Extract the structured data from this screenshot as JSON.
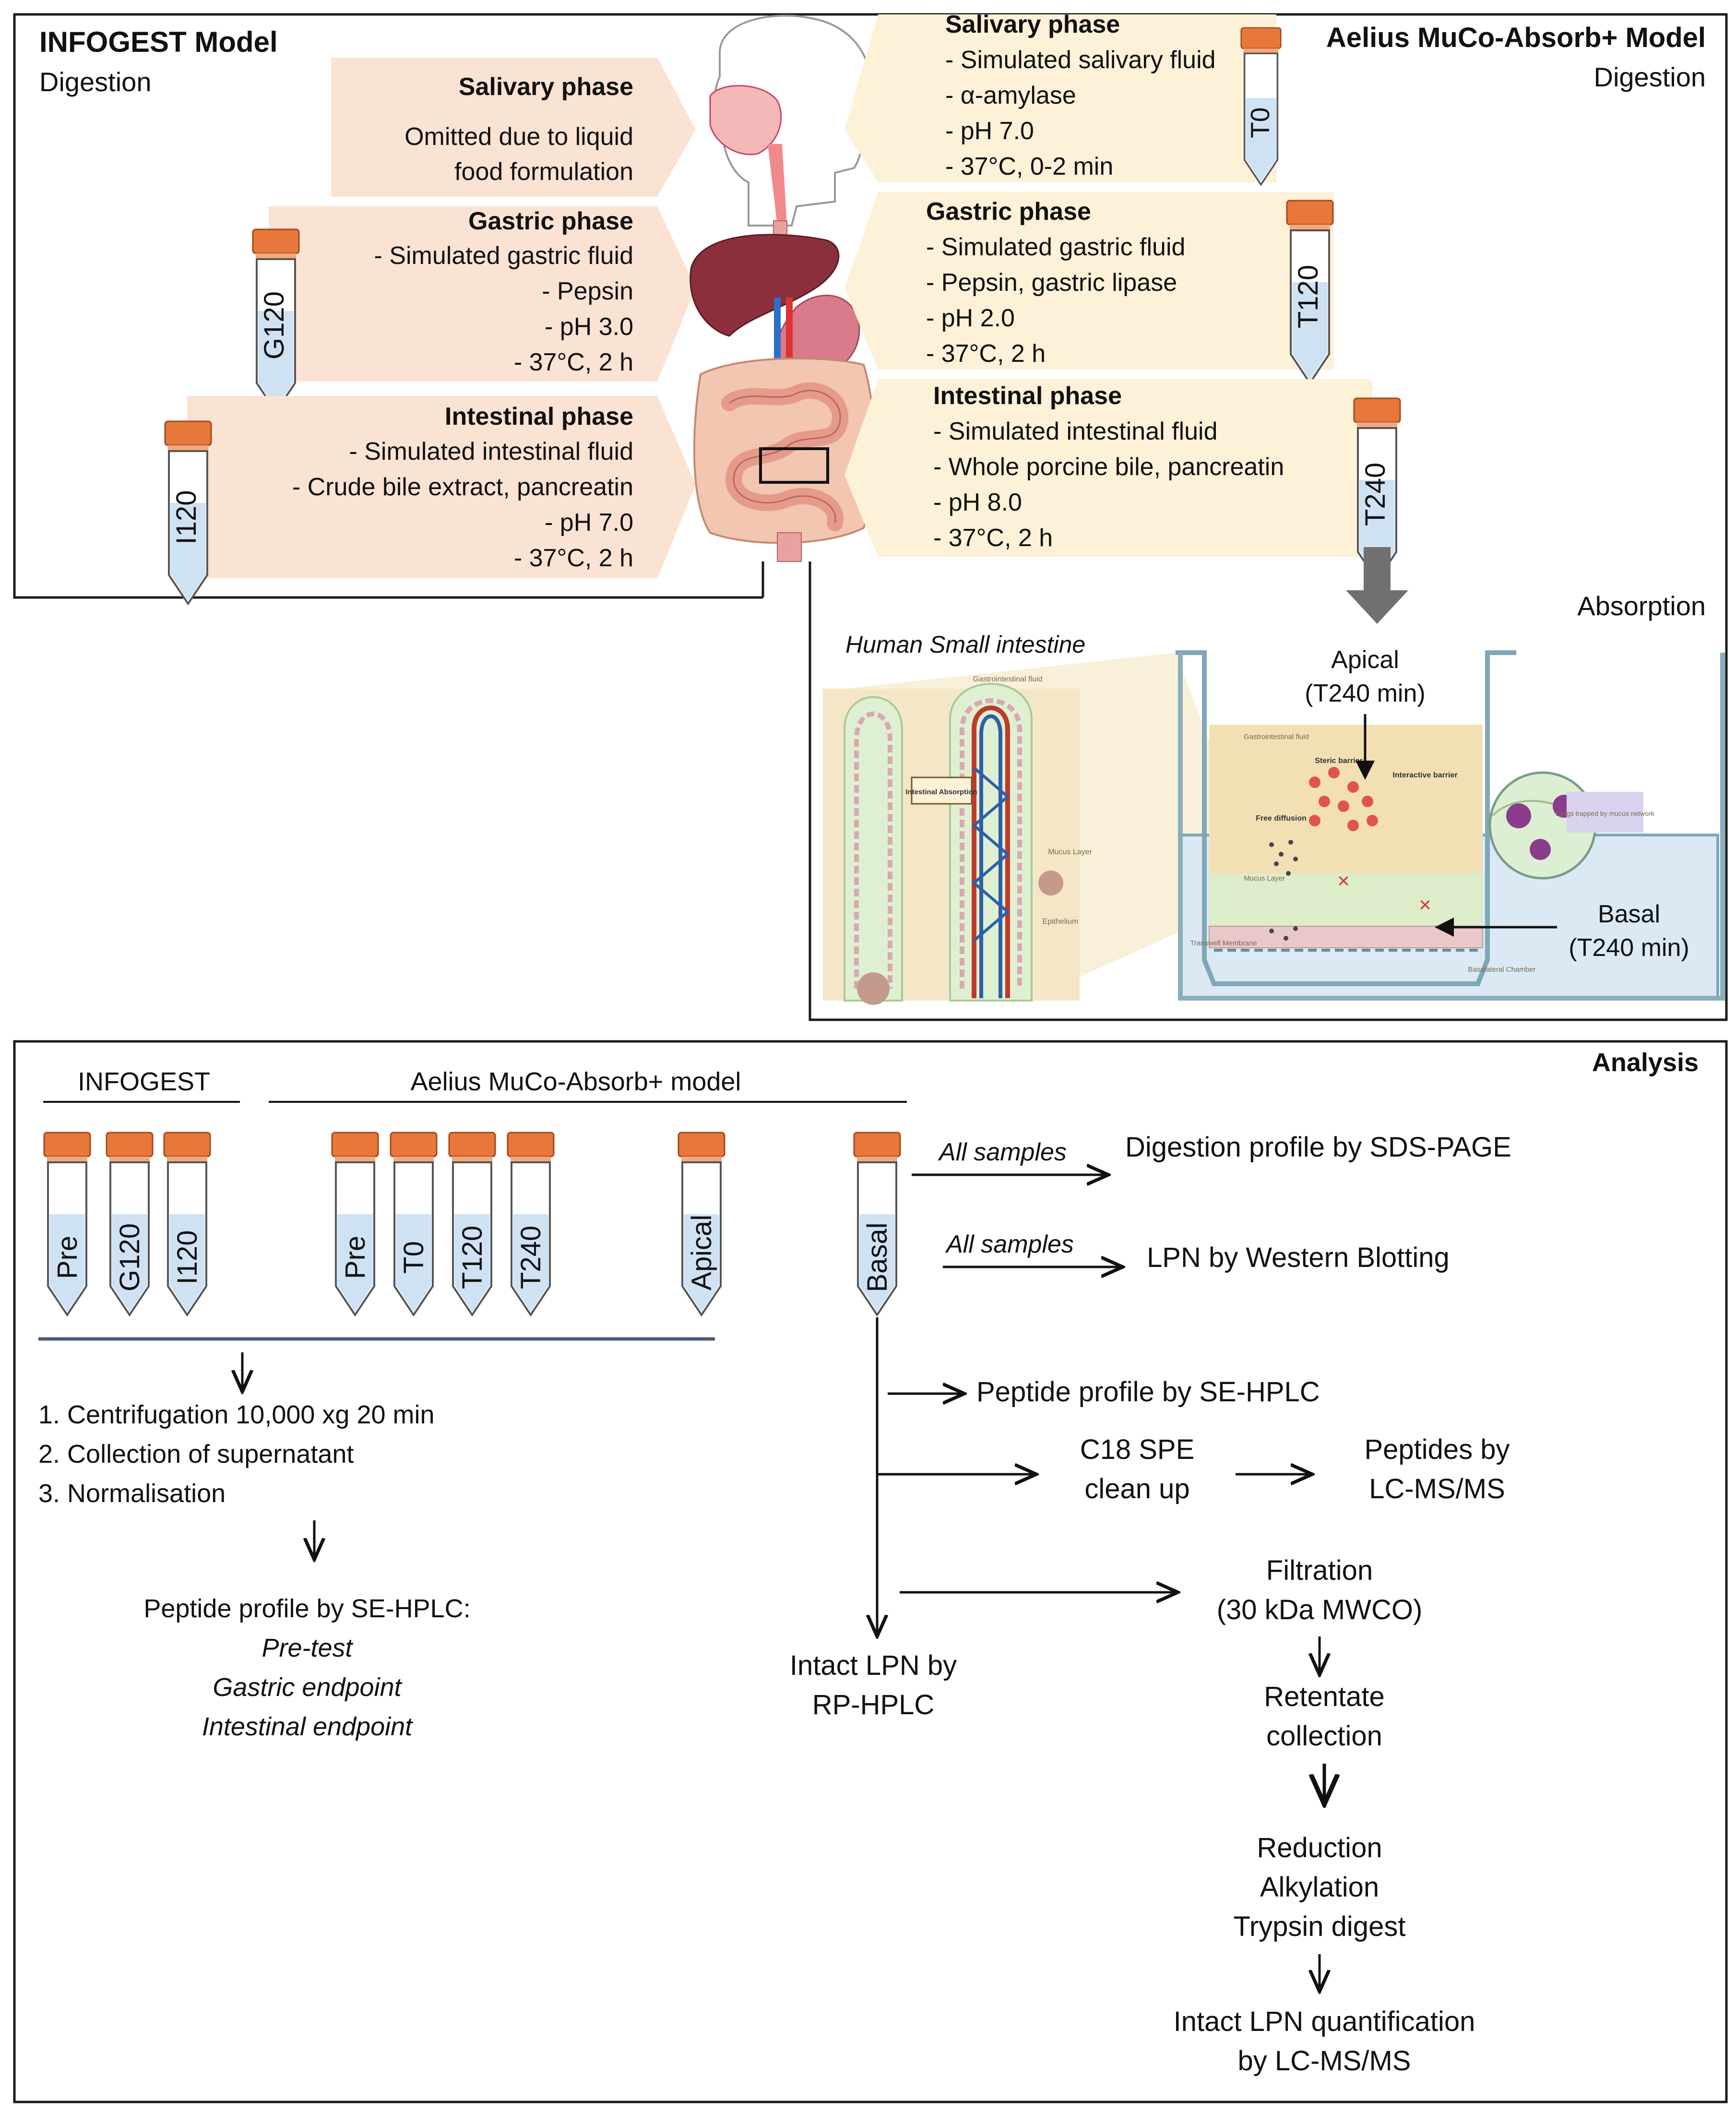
{
  "infogest": {
    "title": "INFOGEST Model",
    "subtitle": "Digestion",
    "salivary": {
      "title": "Salivary phase",
      "lines": [
        "Omitted due to liquid",
        "food formulation"
      ]
    },
    "gastric": {
      "title": "Gastric phase",
      "lines": [
        "- Simulated gastric fluid",
        "- Pepsin",
        "- pH 3.0",
        "- 37°C, 2 h"
      ],
      "tube": "G120"
    },
    "intestinal": {
      "title": "Intestinal phase",
      "lines": [
        "- Simulated intestinal fluid",
        "- Crude bile extract, pancreatin",
        "- pH 7.0",
        "- 37°C, 2 h"
      ],
      "tube": "I120"
    }
  },
  "aelius": {
    "title": "Aelius MuCo-Absorb+ Model",
    "subtitle": "Digestion",
    "salivary": {
      "title": "Salivary phase",
      "lines": [
        "- Simulated salivary fluid",
        "- α-amylase",
        "- pH 7.0",
        "- 37°C, 0-2 min"
      ],
      "tube": "T0"
    },
    "gastric": {
      "title": "Gastric phase",
      "lines": [
        "- Simulated gastric fluid",
        "- Pepsin, gastric lipase",
        "- pH 2.0",
        "- 37°C, 2 h"
      ],
      "tube": "T120"
    },
    "intestinal": {
      "title": "Intestinal phase",
      "lines": [
        "- Simulated intestinal fluid",
        "- Whole porcine bile, pancreatin",
        "- pH 8.0",
        "- 37°C, 2 h"
      ],
      "tube": "T240"
    }
  },
  "absorption": {
    "title": "Absorption",
    "intestine_label": "Human Small intestine",
    "apical": [
      "Apical",
      "(T240 min)"
    ],
    "basal": [
      "Basal",
      "(T240 min)"
    ],
    "micro_labels": {
      "gi_fluid": "Gastrointestinal fluid",
      "gi_fluid2": "Gastrointestinal fluid",
      "intestinal_absorption": "Intestinal Absorption",
      "mucus_layer": "Mucus Layer",
      "epithelium": "Epithelium",
      "steric_barrier": "Steric barrier",
      "interactive_barrier": "Interactive barrier",
      "free_diffusion": "Free diffusion",
      "mucus_layer2": "Mucus Layer",
      "transwell": "Transwell Membrane",
      "basolateral": "Basolateral Chamber",
      "drugs_trapped": "Drugs trapped by mucus network"
    }
  },
  "analysis": {
    "title": "Analysis",
    "infogest_label": "INFOGEST",
    "aelius_label": "Aelius MuCo-Absorb+ model",
    "tubes_infogest": [
      "Pre",
      "G120",
      "I120"
    ],
    "tubes_aelius": [
      "Pre",
      "T0",
      "T120",
      "T240"
    ],
    "tube_apical": "Apical",
    "tube_basal": "Basal",
    "steps": [
      "1. Centrifugation 10,000 xg 20 min",
      "2. Collection of supernatant",
      "3. Normalisation"
    ],
    "sehplc_title": "Peptide profile by SE-HPLC:",
    "sehplc_items": [
      "Pre-test",
      "Gastric endpoint",
      "Intestinal endpoint"
    ],
    "all_samples": "All samples",
    "sds_page": "Digestion profile by SDS-PAGE",
    "western": "LPN by Western Blotting",
    "peptide_profile": "Peptide profile by SE-HPLC",
    "c18": [
      "C18 SPE",
      "clean up"
    ],
    "peptides": [
      "Peptides by",
      "LC-MS/MS"
    ],
    "filtration": [
      "Filtration",
      "(30 kDa MWCO)"
    ],
    "retentate": [
      "Retentate",
      "collection"
    ],
    "reduction": [
      "Reduction",
      "Alkylation",
      "Trypsin digest"
    ],
    "intact_quant": [
      "Intact LPN quantification",
      "by LC-MS/MS"
    ],
    "intact_rphplc": [
      "Intact LPN by",
      "RP-HPLC"
    ]
  },
  "colors": {
    "peach": "#fbe3d4",
    "cream": "#fdf1d8",
    "tube_cap": "#e8773c",
    "tube_liquid": "#cfe2f3",
    "frame": "#1a1a1a",
    "arrow_grey": "#707070"
  }
}
